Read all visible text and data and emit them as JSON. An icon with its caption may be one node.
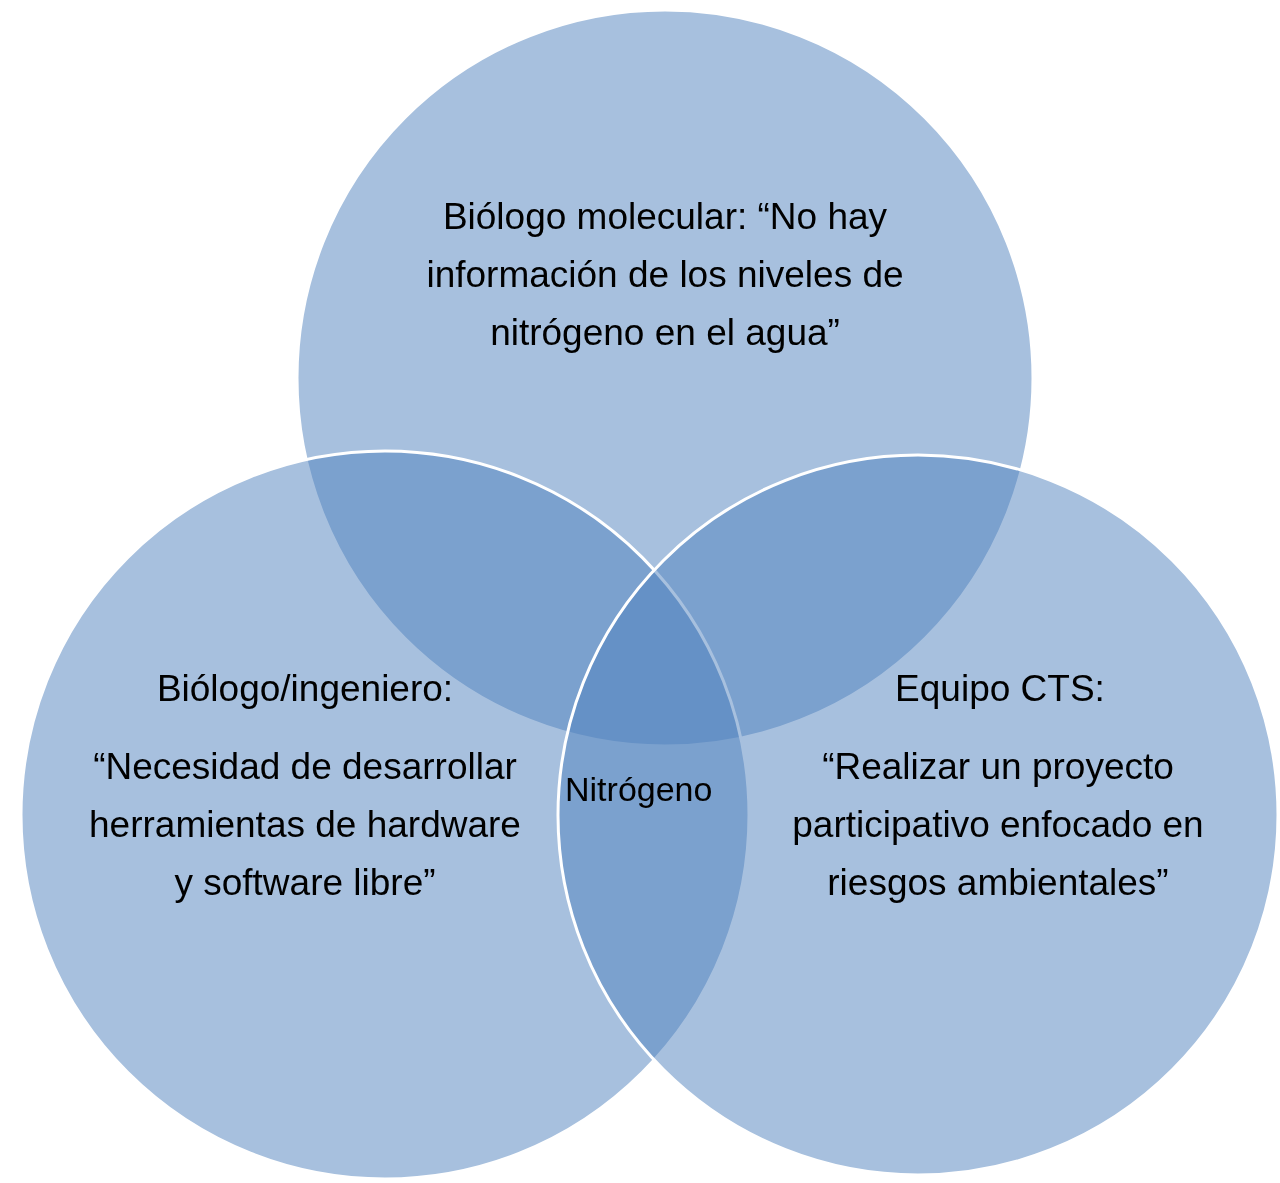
{
  "diagram": {
    "nodes": [
      {
        "text": [
          "Biólogo molecular: “No hay información de los niveles de nitrógeno en el agua”"
        ]
      },
      {
        "text": [
          "Biólogo/ingeniero:",
          "“Necesidad de desarrollar herramientas de hardware y software libre”"
        ]
      },
      {
        "text": [
          "Equipo CTS:",
          "“Realizar un proyecto participativo enfocado en riesgos ambientales”"
        ]
      }
    ],
    "labels": [
      "Nitrógeno"
    ]
  }
}
